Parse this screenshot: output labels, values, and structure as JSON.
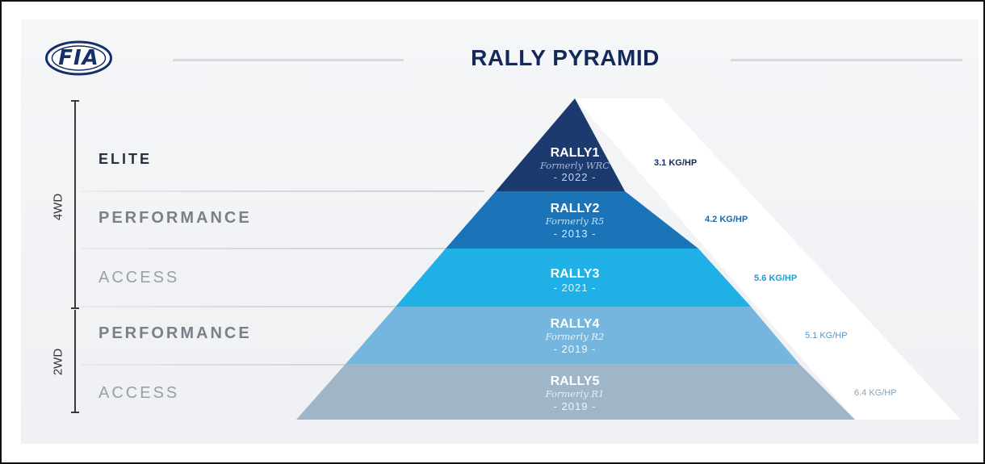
{
  "header": {
    "logo_text": "FIA",
    "title": "RALLY PYRAMID"
  },
  "drive_groups": [
    {
      "label": "4WD"
    },
    {
      "label": "2WD"
    }
  ],
  "tiers": [
    {
      "label": "ELITE",
      "label_color": "#2a2f3f",
      "class": "RALLY1",
      "former": "Formerly WRC",
      "year": "- 2022 -",
      "power_to_weight": "3.1 KG/HP",
      "fill": "#1c3a6e",
      "pw_color": "#14285a"
    },
    {
      "label": "PERFORMANCE",
      "label_color": "#7b7f88",
      "class": "RALLY2",
      "former": "Formerly R5",
      "year": "- 2013 -",
      "power_to_weight": "4.2 KG/HP",
      "fill": "#1b74b8",
      "pw_color": "#1b68a8"
    },
    {
      "label": "ACCESS",
      "label_color": "#9a9ea6",
      "class": "RALLY3",
      "former": "",
      "year": "- 2021 -",
      "power_to_weight": "5.6 KG/HP",
      "fill": "#1fb0e6",
      "pw_color": "#1a9fd4"
    },
    {
      "label": "PERFORMANCE",
      "label_color": "#7b7f88",
      "class": "RALLY4",
      "former": "Formerly R2",
      "year": "- 2019 -",
      "power_to_weight": "5.1 KG/HP",
      "fill": "#74b6de",
      "pw_color": "#4d9bcc"
    },
    {
      "label": "ACCESS",
      "label_color": "#9a9ea6",
      "class": "RALLY5",
      "former": "Formerly R1",
      "year": "- 2019 -",
      "power_to_weight": "6.4 KG/HP",
      "fill": "#9fb6c8",
      "pw_color": "#8aa2b6"
    }
  ]
}
